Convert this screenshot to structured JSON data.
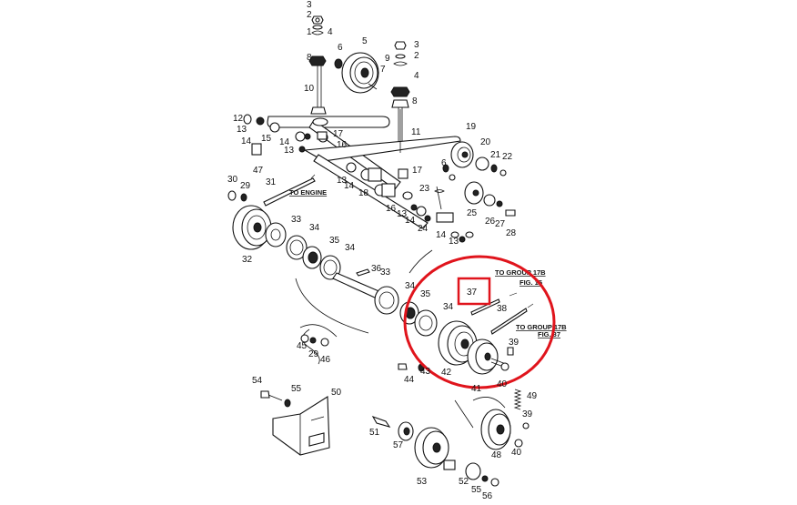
{
  "diagram": {
    "labels": {
      "to_engine": "TO ENGINE",
      "to_group_17b_fig15_line1": "TO GROUP 17B",
      "to_group_17b_fig15_line2": "FIG. 15",
      "to_group_17b_fig37_line1": "TO GROUP 17B",
      "to_group_17b_fig37_line2": "FIG. 37"
    },
    "highlight": {
      "boxed_part": "37",
      "circle_color": "#e0141c",
      "box_color": "#e0141c"
    },
    "callouts": [
      "1",
      "2",
      "3",
      "4",
      "5",
      "6",
      "7",
      "8",
      "9",
      "10",
      "11",
      "12",
      "13",
      "14",
      "15",
      "16",
      "17",
      "18",
      "19",
      "20",
      "21",
      "22",
      "23",
      "24",
      "25",
      "26",
      "27",
      "28",
      "29",
      "30",
      "31",
      "32",
      "33",
      "34",
      "35",
      "36",
      "37",
      "38",
      "39",
      "40",
      "41",
      "42",
      "43",
      "44",
      "45",
      "46",
      "47",
      "48",
      "49",
      "50",
      "51",
      "52",
      "53",
      "54",
      "55",
      "56",
      "57"
    ]
  }
}
